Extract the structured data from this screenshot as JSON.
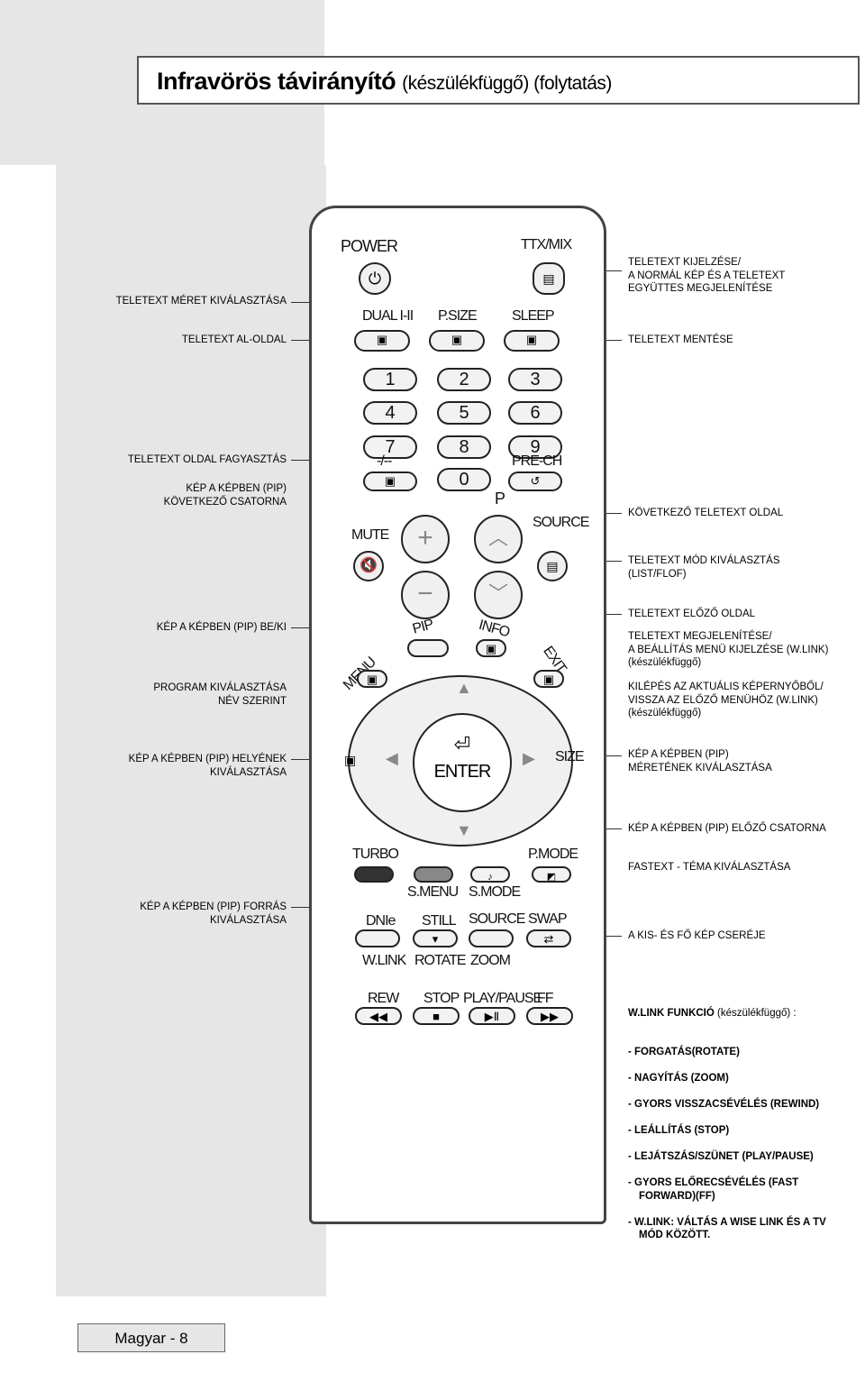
{
  "header": {
    "title": "Infravörös távirányító",
    "title_sub": "(készülékfüggő) (folytatás)"
  },
  "footer": {
    "page": "Magyar - 8"
  },
  "labels_left": [
    "TELETEXT MÉRET KIVÁLASZTÁSA",
    "TELETEXT AL-OLDAL",
    "TELETEXT OLDAL FAGYASZTÁS",
    "KÉP A KÉPBEN (PIP)\nKÖVETKEZŐ CSATORNA",
    "KÉP A KÉPBEN (PIP) BE/KI",
    "PROGRAM KIVÁLASZTÁSA\nNÉV SZERINT",
    "KÉP A KÉPBEN (PIP) HELYÉNEK\nKIVÁLASZTÁSA",
    "KÉP A KÉPBEN (PIP) FORRÁS\nKIVÁLASZTÁSA"
  ],
  "labels_right": [
    "TELETEXT KIJELZÉSE/\nA NORMÁL KÉP ÉS A TELETEXT\nEGYÜTTES MEGJELENÍTÉSE",
    "TELETEXT MENTÉSE",
    "KÖVETKEZŐ TELETEXT OLDAL",
    "TELETEXT MÓD KIVÁLASZTÁS\n(LIST/FLOF)",
    "TELETEXT ELŐZŐ OLDAL",
    "TELETEXT MEGJELENÍTÉSE/\nA BEÁLLÍTÁS MENÜ KIJELZÉSE (W.LINK)\n(készülékfüggő)",
    "KILÉPÉS AZ AKTUÁLIS KÉPERNYŐBŐL/\nVISSZA AZ ELŐZŐ MENÜHÖZ (W.LINK)\n(készülékfüggő)",
    "KÉP A KÉPBEN (PIP)\nMÉRETÉNEK KIVÁLASZTÁSA",
    "KÉP A KÉPBEN (PIP) ELŐZŐ CSATORNA",
    "FASTEXT - TÉMA KIVÁLASZTÁSA",
    "A KIS- ÉS FŐ KÉP CSERÉJE"
  ],
  "wlink": {
    "heading": "W.LINK FUNKCIÓ",
    "heading_note": "(készülékfüggő) :",
    "items": [
      "FORGATÁS(ROTATE)",
      "NAGYÍTÁS (ZOOM)",
      "GYORS VISSZACSÉVÉLÉS (REWIND)",
      "LEÁLLÍTÁS (STOP)",
      "LEJÁTSZÁS/SZÜNET (PLAY/PAUSE)",
      "GYORS ELŐRECSÉVÉLÉS (FAST FORWARD)(FF)",
      "W.LINK: VÁLTÁS A WISE LINK ÉS A TV MÓD KÖZÖTT."
    ]
  },
  "remote": {
    "power": "POWER",
    "ttx": "TTX/MIX",
    "dual": "DUAL I-II",
    "psize": "P.SIZE",
    "sleep": "SLEEP",
    "digits": [
      "1",
      "2",
      "3",
      "4",
      "5",
      "6",
      "7",
      "8",
      "9",
      "0"
    ],
    "dash": "-/--",
    "prech": "PRE-CH",
    "p": "P",
    "mute": "MUTE",
    "source": "SOURCE",
    "pip": "PIP",
    "info": "INFO",
    "menu": "MENU",
    "exit": "EXIT",
    "enter": "ENTER",
    "size": "SIZE",
    "turbo": "TURBO",
    "pmode": "P.MODE",
    "smenu": "S.MENU",
    "smode": "S.MODE",
    "dnie": "DNIe",
    "still": "STILL",
    "source2": "SOURCE",
    "swap": "SWAP",
    "wlink": "W.LINK",
    "rotate": "ROTATE",
    "zoom": "ZOOM",
    "rew": "REW",
    "stop": "STOP",
    "playpause": "PLAY/PAUSE",
    "ff": "FF"
  }
}
